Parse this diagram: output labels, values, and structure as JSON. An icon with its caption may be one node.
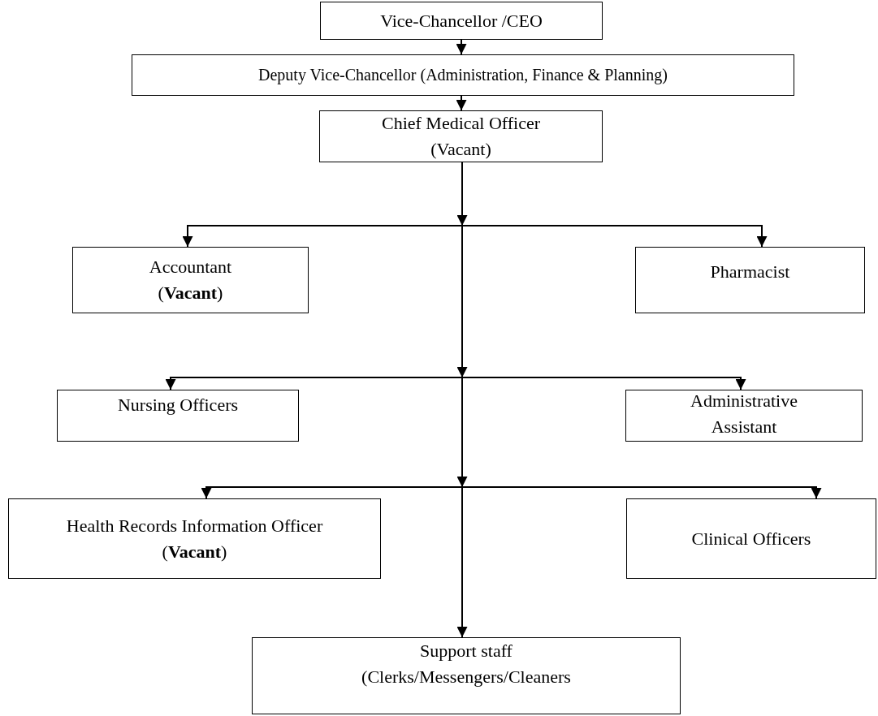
{
  "diagram": {
    "nodes": [
      {
        "text": [
          "Vice-Chancellor /CEO"
        ]
      },
      {
        "text": [
          "Deputy Vice-Chancellor (Administration, Finance & Planning)"
        ]
      },
      {
        "text": [
          "Chief Medical Officer (Vacant)"
        ]
      },
      {
        "text": [
          "Accountant (**Vacant**)"
        ]
      },
      {
        "text": [
          "Pharmacist"
        ]
      },
      {
        "text": [
          "Nursing Officers"
        ]
      },
      {
        "text": [
          "Administrative Assistant"
        ]
      },
      {
        "text": [
          "Health Records Information Officer (**Vacant**)"
        ]
      },
      {
        "text": [
          "Clinical Officers"
        ]
      },
      {
        "text": [
          "Support staff (Clerks/Messengers/Cleaners"
        ]
      }
    ],
    "edges": [
      {
        "from": 0,
        "to": 1,
        "arrow": "to"
      },
      {
        "from": 1,
        "to": 2,
        "arrow": "to"
      },
      {
        "from": 2,
        "to": 3,
        "arrow": "to"
      },
      {
        "from": 2,
        "to": 4,
        "arrow": "to"
      },
      {
        "from": 2,
        "to": 5,
        "arrow": "to"
      },
      {
        "from": 2,
        "to": 6,
        "arrow": "to"
      },
      {
        "from": 2,
        "to": 7,
        "arrow": "to"
      },
      {
        "from": 2,
        "to": 8,
        "arrow": "to"
      },
      {
        "from": 2,
        "to": 9,
        "arrow": "to"
      }
    ]
  }
}
